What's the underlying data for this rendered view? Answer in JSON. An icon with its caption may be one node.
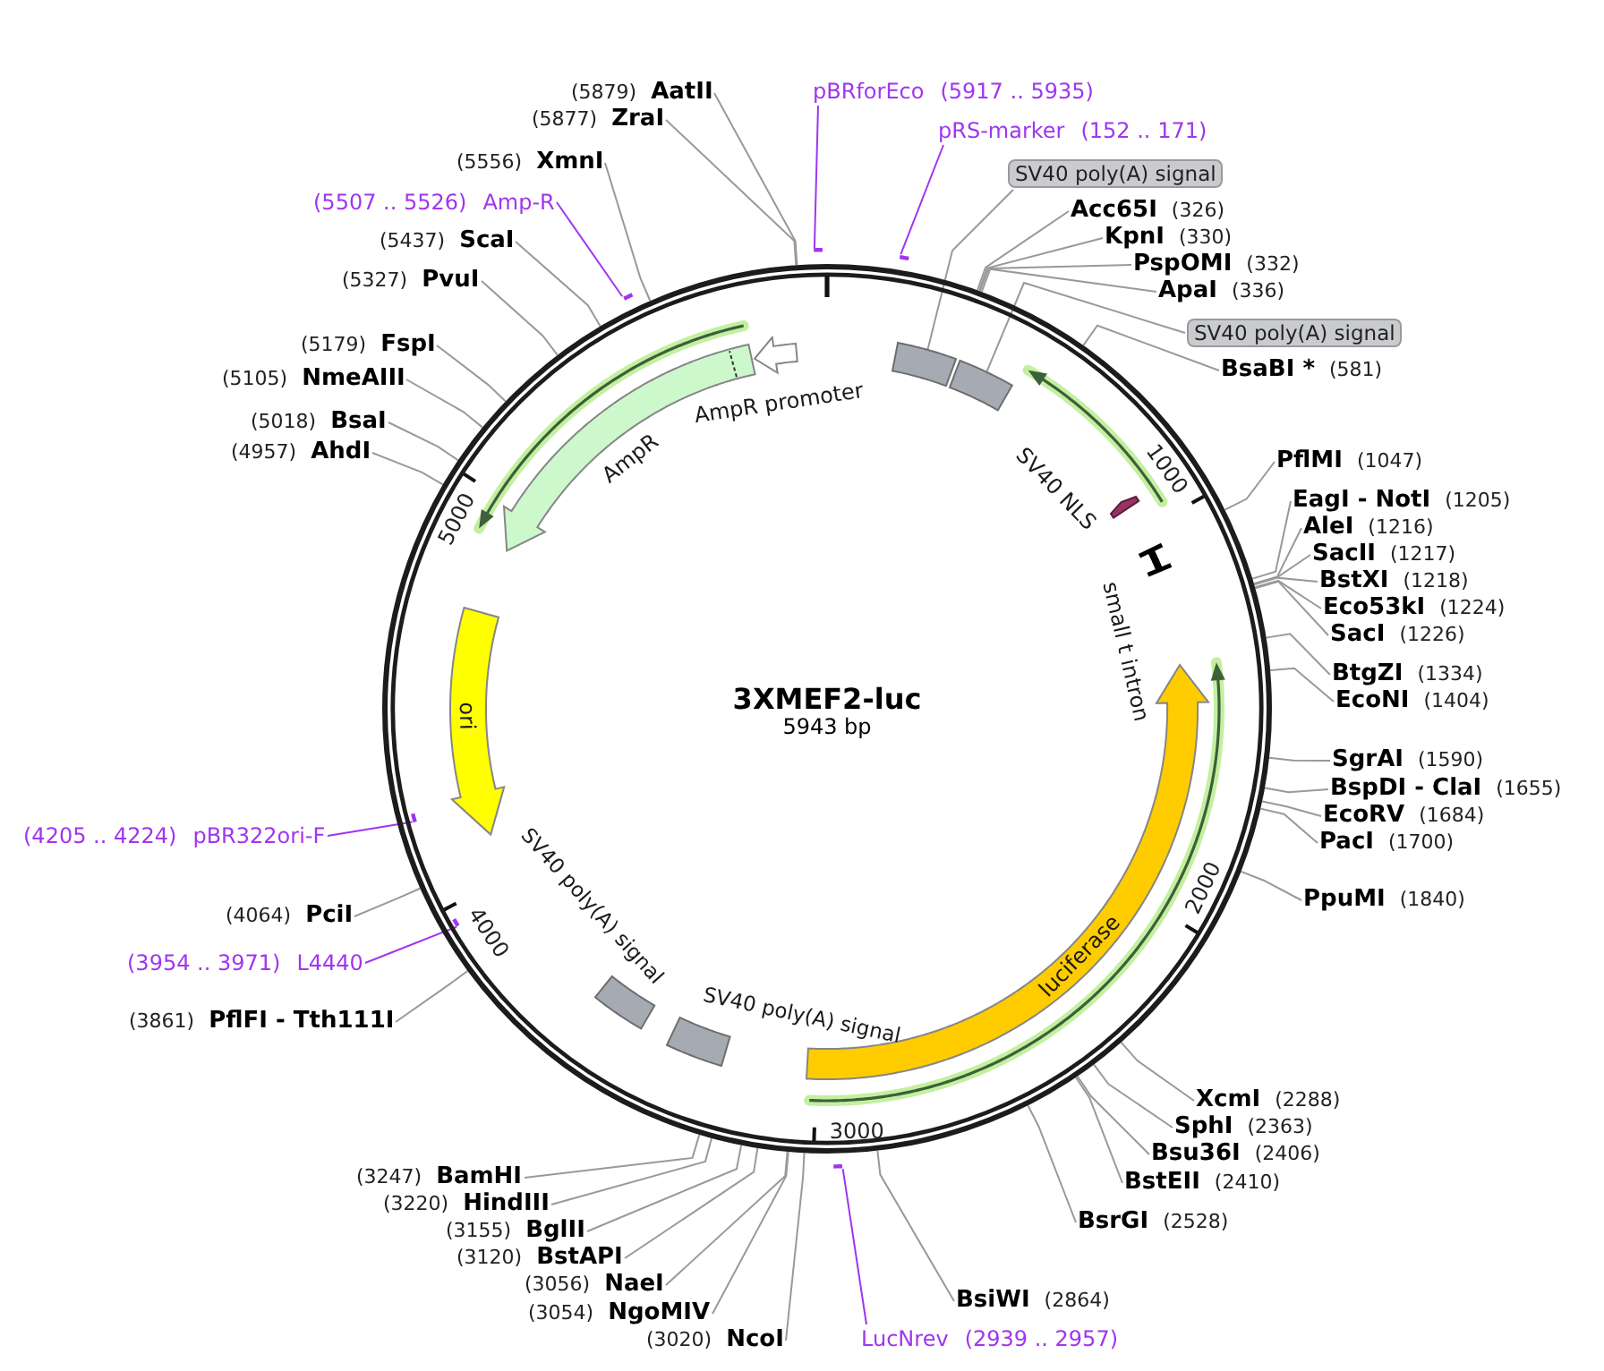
{
  "diagram": {
    "nodes": [
      {
        "text": [
          "3XMEF2-luc",
          "5943 bp"
        ]
      },
      {
        "text": [],
        "shape": "box",
        "in": 0
      },
      {
        "text": [],
        "shape": "box",
        "in": 0
      },
      {
        "text": [
          "SV40 NLS"
        ],
        "in": 0
      },
      {
        "text": [
          "small t intron"
        ],
        "in": 0
      },
      {
        "text": [
          "luciferase"
        ],
        "in": 0
      },
      {
        "text": [
          "SV40 poly(A) signal"
        ],
        "in": 0
      },
      {
        "text": [
          "SV40 poly(A) signal"
        ],
        "in": 0
      },
      {
        "text": [
          "ori"
        ],
        "in": 0
      },
      {
        "text": [
          "AmpR"
        ],
        "in": 0
      },
      {
        "text": [
          "AmpR promoter"
        ],
        "in": 0
      },
      {
        "text": [
          "pBRforEco",
          "(5917 .. 5935)"
        ]
      },
      {
        "text": [],
        "shape": "bar"
      },
      {
        "text": [
          "pRS-marker",
          "(152 .. 171)"
        ]
      },
      {
        "text": [],
        "shape": "bar"
      },
      {
        "text": [
          "SV40 poly(A) signal"
        ]
      },
      {
        "text": [
          "Acc65I",
          "(326)"
        ]
      },
      {
        "text": [
          "KpnI",
          "(330)"
        ]
      },
      {
        "text": [
          "PspOMI",
          "(332)"
        ]
      },
      {
        "text": [
          "ApaI",
          "(336)"
        ]
      },
      {
        "text": [
          "SV40 poly(A) signal"
        ]
      },
      {
        "text": [
          "BsaBI *",
          "(581)"
        ]
      },
      {
        "text": [
          "PflMI",
          "(1047)"
        ]
      },
      {
        "text": [
          "EagI - NotI",
          "(1205)"
        ]
      },
      {
        "text": [
          "AleI",
          "(1216)"
        ]
      },
      {
        "text": [
          "SacII",
          "(1217)"
        ]
      },
      {
        "text": [
          "BstXI",
          "(1218)"
        ]
      },
      {
        "text": [
          "Eco53kI",
          "(1224)"
        ]
      },
      {
        "text": [
          "SacI",
          "(1226)"
        ]
      },
      {
        "text": [
          "BtgZI",
          "(1334)"
        ]
      },
      {
        "text": [
          "EcoNI",
          "(1404)"
        ]
      },
      {
        "text": [
          "SgrAI",
          "(1590)"
        ]
      },
      {
        "text": [
          "BspDI - ClaI",
          "(1655)"
        ]
      },
      {
        "text": [
          "EcoRV",
          "(1684)"
        ]
      },
      {
        "text": [
          "PacI",
          "(1700)"
        ]
      },
      {
        "text": [
          "PpuMI",
          "(1840)"
        ]
      },
      {
        "text": [
          "XcmI",
          "(2288)"
        ]
      },
      {
        "text": [
          "SphI",
          "(2363)"
        ]
      },
      {
        "text": [
          "Bsu36I",
          "(2406)"
        ]
      },
      {
        "text": [
          "BstEII",
          "(2410)"
        ]
      },
      {
        "text": [
          "BsrGI",
          "(2528)"
        ]
      },
      {
        "text": [
          "BsiWI",
          "(2864)"
        ]
      },
      {
        "text": [
          "LucNrev",
          "(2939 .. 2957)"
        ]
      },
      {
        "text": [],
        "shape": "bar"
      },
      {
        "text": [
          "(3020)",
          "NcoI"
        ]
      },
      {
        "text": [
          "(3054)",
          "NgoMIV"
        ]
      },
      {
        "text": [
          "(3056)",
          "NaeI"
        ]
      },
      {
        "text": [
          "(3120)",
          "BstAPI"
        ]
      },
      {
        "text": [
          "(3155)",
          "BglII"
        ]
      },
      {
        "text": [
          "(3220)",
          "HindIII"
        ]
      },
      {
        "text": [
          "(3247)",
          "BamHI"
        ]
      },
      {
        "text": [
          "(3861)",
          "PflFI - Tth111I"
        ]
      },
      {
        "text": [
          "(3954 .. 3971)",
          "L4440"
        ]
      },
      {
        "text": [],
        "shape": "bar",
        "in": 0
      },
      {
        "text": [
          "(4064)",
          "PciI"
        ]
      },
      {
        "text": [
          "(4205 .. 4224)",
          "pBR322ori-F"
        ]
      },
      {
        "text": [],
        "shape": "bar",
        "in": 0
      },
      {
        "text": [
          "(4957)",
          "AhdI"
        ]
      },
      {
        "text": [
          "(5018)",
          "BsaI"
        ]
      },
      {
        "text": [
          "(5105)",
          "NmeAIII"
        ]
      },
      {
        "text": [
          "(5179)",
          "FspI"
        ]
      },
      {
        "text": [
          "(5327)",
          "PvuI"
        ]
      },
      {
        "text": [
          "(5437)",
          "ScaI"
        ]
      },
      {
        "text": [
          "(5507 .. 5526)",
          "Amp-R"
        ]
      },
      {
        "text": [],
        "shape": "bar"
      },
      {
        "text": [
          "(5556)",
          "XmnI"
        ]
      },
      {
        "text": [
          "(5877)",
          "ZraI"
        ]
      },
      {
        "text": [
          "(5879)",
          "AatII"
        ]
      }
    ],
    "edges": [
      {
        "from": 11,
        "to": 12,
        "arrow": "none",
        "color": "#a035f0"
      },
      {
        "from": 13,
        "to": 14,
        "arrow": "none",
        "color": "#a035f0"
      },
      {
        "from": 15,
        "to": 1,
        "arrow": "none"
      },
      {
        "from": 16,
        "to": 0,
        "arrow": "none"
      },
      {
        "from": 17,
        "to": 0,
        "arrow": "none"
      },
      {
        "from": 18,
        "to": 0,
        "arrow": "none"
      },
      {
        "from": 19,
        "to": 0,
        "arrow": "none"
      },
      {
        "from": 20,
        "to": 2,
        "arrow": "none"
      },
      {
        "from": 21,
        "to": 0,
        "arrow": "none"
      },
      {
        "from": 22,
        "to": 0,
        "arrow": "none"
      },
      {
        "from": 23,
        "to": 0,
        "arrow": "none"
      },
      {
        "from": 24,
        "to": 0,
        "arrow": "none"
      },
      {
        "from": 25,
        "to": 0,
        "arrow": "none"
      },
      {
        "from": 26,
        "to": 0,
        "arrow": "none"
      },
      {
        "from": 27,
        "to": 0,
        "arrow": "none"
      },
      {
        "from": 28,
        "to": 0,
        "arrow": "none"
      },
      {
        "from": 29,
        "to": 0,
        "arrow": "none"
      },
      {
        "from": 30,
        "to": 0,
        "arrow": "none"
      },
      {
        "from": 31,
        "to": 0,
        "arrow": "none"
      },
      {
        "from": 32,
        "to": 0,
        "arrow": "none"
      },
      {
        "from": 33,
        "to": 0,
        "arrow": "none"
      },
      {
        "from": 34,
        "to": 0,
        "arrow": "none"
      },
      {
        "from": 35,
        "to": 0,
        "arrow": "none"
      },
      {
        "from": 36,
        "to": 0,
        "arrow": "none"
      },
      {
        "from": 37,
        "to": 0,
        "arrow": "none"
      },
      {
        "from": 38,
        "to": 0,
        "arrow": "none"
      },
      {
        "from": 39,
        "to": 0,
        "arrow": "none"
      },
      {
        "from": 40,
        "to": 0,
        "arrow": "none"
      },
      {
        "from": 41,
        "to": 0,
        "arrow": "none"
      },
      {
        "from": 42,
        "to": 43,
        "arrow": "none",
        "color": "#a035f0"
      },
      {
        "from": 44,
        "to": 0,
        "arrow": "none"
      },
      {
        "from": 45,
        "to": 0,
        "arrow": "none"
      },
      {
        "from": 46,
        "to": 0,
        "arrow": "none"
      },
      {
        "from": 47,
        "to": 0,
        "arrow": "none"
      },
      {
        "from": 48,
        "to": 0,
        "arrow": "none"
      },
      {
        "from": 49,
        "to": 0,
        "arrow": "none"
      },
      {
        "from": 50,
        "to": 0,
        "arrow": "none"
      },
      {
        "from": 51,
        "to": 0,
        "arrow": "none"
      },
      {
        "from": 52,
        "to": 53,
        "arrow": "none",
        "color": "#a035f0"
      },
      {
        "from": 54,
        "to": 0,
        "arrow": "none"
      },
      {
        "from": 55,
        "to": 56,
        "arrow": "none",
        "color": "#a035f0"
      },
      {
        "from": 57,
        "to": 0,
        "arrow": "none"
      },
      {
        "from": 58,
        "to": 0,
        "arrow": "none"
      },
      {
        "from": 59,
        "to": 0,
        "arrow": "none"
      },
      {
        "from": 60,
        "to": 0,
        "arrow": "none"
      },
      {
        "from": 61,
        "to": 0,
        "arrow": "none"
      },
      {
        "from": 62,
        "to": 0,
        "arrow": "none"
      },
      {
        "from": 63,
        "to": 64,
        "arrow": "none",
        "color": "#a035f0"
      },
      {
        "from": 65,
        "to": 0,
        "arrow": "none"
      },
      {
        "from": 66,
        "to": 0,
        "arrow": "none"
      },
      {
        "from": 67,
        "to": 0,
        "arrow": "none"
      }
    ],
    "labels": [
      "1000",
      "2000",
      "3000",
      "4000",
      "5000"
    ]
  }
}
